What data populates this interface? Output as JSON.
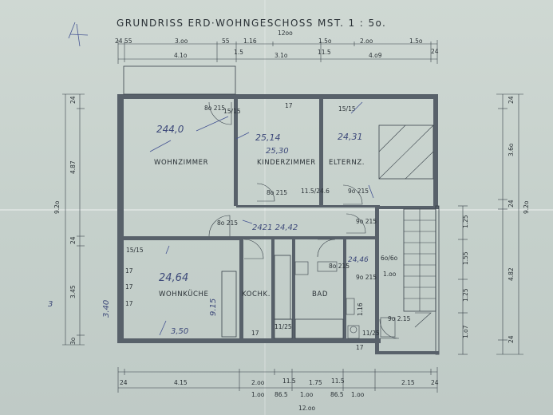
{
  "title": "GRUNDRISS ERD·WOHNGESCHOSS   MST. 1 : 5o.",
  "rooms": {
    "wohnzimmer": "WOHNZIMMER",
    "kinderzimmer": "KINDERZIMMER",
    "elternz": "ELTERNZ.",
    "wohnkueche": "WOHNKÜCHE",
    "kochk": "KOCHK.",
    "bad": "BAD"
  },
  "dimensions": {
    "top_total": "12oo",
    "top_row1": [
      "24 55",
      "3.oo",
      "55",
      "1.16",
      "1.5o",
      "2.oo",
      "1.5o",
      "24"
    ],
    "top_row2": [
      "4.1o",
      "1.5",
      "3.1o",
      "11.5",
      "4.o9"
    ],
    "bottom_row1": [
      "24",
      "4.15",
      "2.oo",
      "11.5",
      "1.75",
      "11.5",
      "2.15",
      "24"
    ],
    "bottom_row2": [
      "1.oo",
      "86.5",
      "1.oo",
      "86.5",
      "1.oo"
    ],
    "bottom_total": "12.oo",
    "left_total": "9.2o",
    "left_segments": [
      "24",
      "4.87",
      "24",
      "3.45",
      "3o"
    ],
    "right_total": "9.2o",
    "right_segments": [
      "24",
      "3.6o",
      "24",
      "4.82",
      "24"
    ],
    "right_inner": [
      "1.25",
      "1.55",
      "1.25",
      "1.o7"
    ],
    "door_labels": [
      "8o\n215",
      "15/15",
      "17",
      "8o\n215",
      "11.5/24.6",
      "9o\n215",
      "9o\n215",
      "8o\n215",
      "6o/6o",
      "1.oo",
      "15/15",
      "17",
      "17",
      "17",
      "15/15",
      "8o\n215",
      "9o\n215",
      "11/25",
      "17",
      "11/25",
      "9o\n2.15",
      "17"
    ]
  },
  "annotations": [
    "244,0",
    "25,14",
    "25,30",
    "24,31",
    "2421  24,42",
    "24,64",
    "24,46",
    "3,50",
    "3.40",
    "9.15",
    "1.16",
    "3"
  ]
}
